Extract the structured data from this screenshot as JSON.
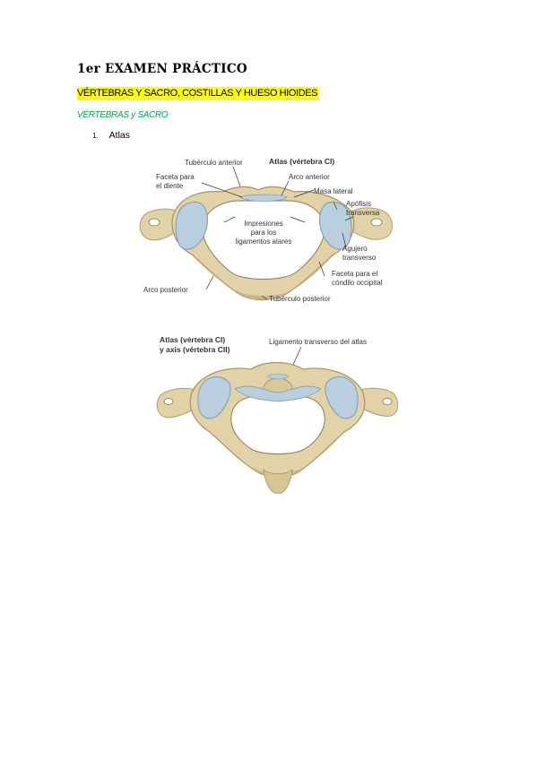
{
  "document": {
    "title": "1er EXAMEN PRÁCTICO",
    "section_heading": "VÉRTEBRAS Y SACRO, COSTILLAS Y HUESO HIOIDES",
    "subsection": "VÉRTEBRAS y SACRO",
    "list": [
      {
        "number": "1.",
        "label": "Atlas"
      }
    ]
  },
  "figure1": {
    "title": "Atlas (vértebra CI)",
    "labels": {
      "tuberculo_anterior": "Tubérculo anterior",
      "faceta_diente_1": "Faceta para",
      "faceta_diente_2": "el diente",
      "arco_anterior": "Arco anterior",
      "masa_lateral": "Masa lateral",
      "apofisis_1": "Apófisis",
      "apofisis_2": "transversa",
      "impresiones_1": "Impresiones",
      "impresiones_2": "para los",
      "impresiones_3": "ligamentos alares",
      "agujero_1": "Agujero",
      "agujero_2": "transverso",
      "faceta_condilo_1": "Faceta para el",
      "faceta_condilo_2": "cóndilo occipital",
      "arco_posterior": "Arco posterior",
      "tuberculo_posterior": "Tubérculo posterior"
    }
  },
  "figure2": {
    "title_1": "Atlas (vértebra CI)",
    "title_2": "y axis (vértebra CII)",
    "ligamento": "Ligamento transverso del atlas"
  },
  "colors": {
    "bone": "#e2d2a8",
    "bone_shadow": "#c2ad7e",
    "cartilage": "#b9cfe0",
    "line": "#333333",
    "highlight": "#ffff00",
    "green": "#00a84f"
  }
}
